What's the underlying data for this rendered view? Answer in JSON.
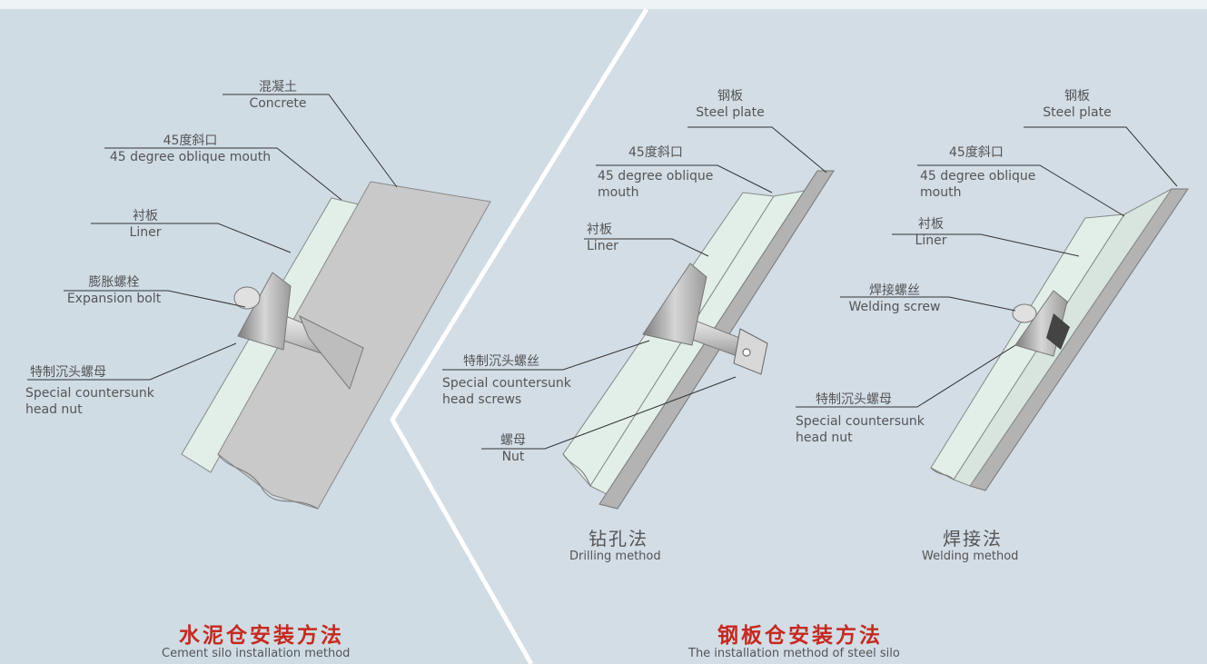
{
  "colors": {
    "background": "#cfdce4",
    "liner": "#e2efe9",
    "concrete": "#c9c9c9",
    "steel": "#b3b3b3",
    "title_red": "#c8281e"
  },
  "left": {
    "labels": {
      "concrete": {
        "cn": "混凝土",
        "en": "Concrete"
      },
      "oblique": {
        "cn": "45度斜口",
        "en": "45 degree oblique mouth"
      },
      "liner": {
        "cn": "衬板",
        "en": "Liner"
      },
      "bolt": {
        "cn": "膨胀螺栓",
        "en": "Expansion bolt"
      },
      "nut": {
        "cn": "特制沉头螺母",
        "en1": "Special countersunk",
        "en2": "head nut"
      }
    },
    "title": {
      "cn": "水泥仓安装方法",
      "en": "Cement silo installation method"
    }
  },
  "drilling": {
    "labels": {
      "steel": {
        "cn": "钢板",
        "en": "Steel plate"
      },
      "oblique": {
        "cn": "45度斜口",
        "en1": "45 degree oblique",
        "en2": "mouth"
      },
      "liner": {
        "cn": "衬板",
        "en": "Liner"
      },
      "screw": {
        "cn": "特制沉头螺丝",
        "en1": "Special countersunk",
        "en2": "head screws"
      },
      "nut": {
        "cn": "螺母",
        "en": "Nut"
      }
    },
    "method": {
      "cn": "钻孔法",
      "en": "Drilling method"
    }
  },
  "welding": {
    "labels": {
      "steel": {
        "cn": "钢板",
        "en": "Steel plate"
      },
      "oblique": {
        "cn": "45度斜口",
        "en1": "45 degree oblique",
        "en2": "mouth"
      },
      "liner": {
        "cn": "衬板",
        "en": "Liner"
      },
      "screw": {
        "cn": "焊接螺丝",
        "en": "Welding screw"
      },
      "nut": {
        "cn": "特制沉头螺母",
        "en1": "Special countersunk",
        "en2": "head nut"
      }
    },
    "method": {
      "cn": "焊接法",
      "en": "Welding method"
    }
  },
  "right_title": {
    "cn": "钢板仓安装方法",
    "en": "The installation method of steel silo"
  }
}
